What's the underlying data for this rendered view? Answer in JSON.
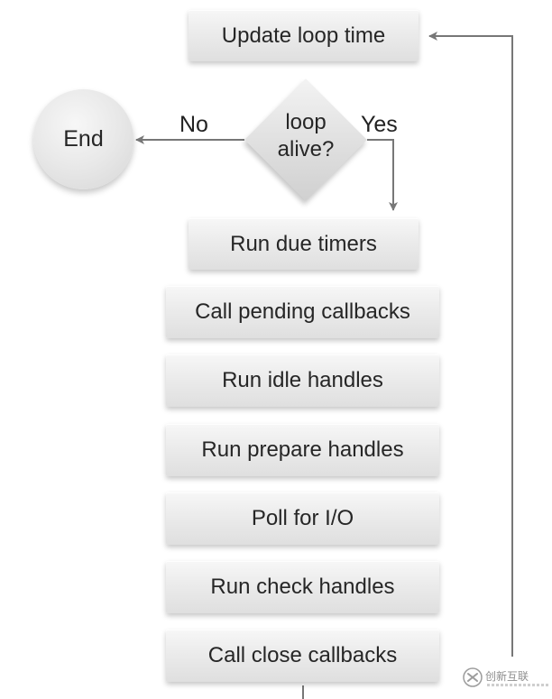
{
  "diagram": {
    "nodes": {
      "update_loop_time": "Update loop time",
      "loop_alive": "loop\nalive?",
      "end": "End",
      "run_due_timers": "Run due timers",
      "call_pending_callbacks": "Call pending callbacks",
      "run_idle_handles": "Run idle handles",
      "run_prepare_handles": "Run prepare handles",
      "poll_for_io": "Poll for I/O",
      "run_check_handles": "Run check handles",
      "call_close_callbacks": "Call close callbacks"
    },
    "branches": {
      "no": "No",
      "yes": "Yes"
    }
  },
  "watermark": {
    "text": "创新互联",
    "icon": "logo-icon"
  },
  "colors": {
    "box_fill": "#e8e8e8",
    "line": "#7a7a7a",
    "text": "#262626"
  }
}
